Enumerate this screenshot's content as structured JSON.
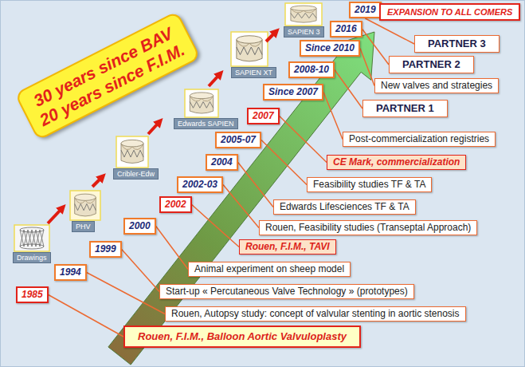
{
  "diagram": {
    "nodes": [
      {
        "text": [
          "30 years since BAV",
          "20 years since F.I.M."
        ]
      },
      {
        "text": [
          "Drawings"
        ]
      },
      {
        "text": [
          "PHV"
        ]
      },
      {
        "text": [
          "Cribler-Edw"
        ]
      },
      {
        "text": [
          "Edwards SAPIEN"
        ]
      },
      {
        "text": [
          "SAPIEN XT"
        ]
      },
      {
        "text": [
          "SAPIEN 3"
        ]
      },
      {
        "text": [
          "1985"
        ]
      },
      {
        "text": [
          "Rouen, F.I.M., Balloon Aortic Valvuloplasty"
        ]
      },
      {
        "text": [
          "1994"
        ]
      },
      {
        "text": [
          "Rouen, Autopsy study: concept of valvular stenting in aortic stenosis"
        ]
      },
      {
        "text": [
          "1999"
        ]
      },
      {
        "text": [
          "Start-up « Percutaneous Valve Technology » (prototypes)"
        ]
      },
      {
        "text": [
          "2000"
        ]
      },
      {
        "text": [
          "Animal experiment on sheep model"
        ]
      },
      {
        "text": [
          "2002"
        ]
      },
      {
        "text": [
          "Rouen, F.I.M., TAVI"
        ]
      },
      {
        "text": [
          "2002-03"
        ]
      },
      {
        "text": [
          "Rouen, Feasibility studies (Transeptal Approach)"
        ]
      },
      {
        "text": [
          "2004"
        ]
      },
      {
        "text": [
          "Edwards Lifesciences TF & TA"
        ]
      },
      {
        "text": [
          "2005-07"
        ]
      },
      {
        "text": [
          "Feasibility studies TF & TA"
        ]
      },
      {
        "text": [
          "2007"
        ]
      },
      {
        "text": [
          "CE Mark, commercialization"
        ]
      },
      {
        "text": [
          "Since 2007"
        ]
      },
      {
        "text": [
          "Post-commercialization registries"
        ]
      },
      {
        "text": [
          "2008-10"
        ]
      },
      {
        "text": [
          "PARTNER 1"
        ]
      },
      {
        "text": [
          "Since 2010"
        ]
      },
      {
        "text": [
          "New valves and strategies"
        ]
      },
      {
        "text": [
          "2016"
        ]
      },
      {
        "text": [
          "PARTNER 2"
        ]
      },
      {
        "text": [
          "2019"
        ]
      },
      {
        "text": [
          "PARTNER 3"
        ]
      },
      {
        "text": [
          "EXPANSION TO ALL COMERS"
        ]
      }
    ],
    "edges": [
      {
        "from": 7,
        "to": 8,
        "arrow": "none"
      },
      {
        "from": 9,
        "to": 10,
        "arrow": "none"
      },
      {
        "from": 11,
        "to": 12,
        "arrow": "none"
      },
      {
        "from": 13,
        "to": 14,
        "arrow": "none"
      },
      {
        "from": 15,
        "to": 16,
        "arrow": "none"
      },
      {
        "from": 17,
        "to": 18,
        "arrow": "none"
      },
      {
        "from": 19,
        "to": 20,
        "arrow": "none"
      },
      {
        "from": 21,
        "to": 22,
        "arrow": "none"
      },
      {
        "from": 23,
        "to": 24,
        "arrow": "none"
      },
      {
        "from": 25,
        "to": 26,
        "arrow": "none"
      },
      {
        "from": 27,
        "to": 28,
        "arrow": "none"
      },
      {
        "from": 29,
        "to": 30,
        "arrow": "none"
      },
      {
        "from": 31,
        "to": 32,
        "arrow": "none"
      },
      {
        "from": 33,
        "to": 34,
        "arrow": "none"
      }
    ]
  }
}
